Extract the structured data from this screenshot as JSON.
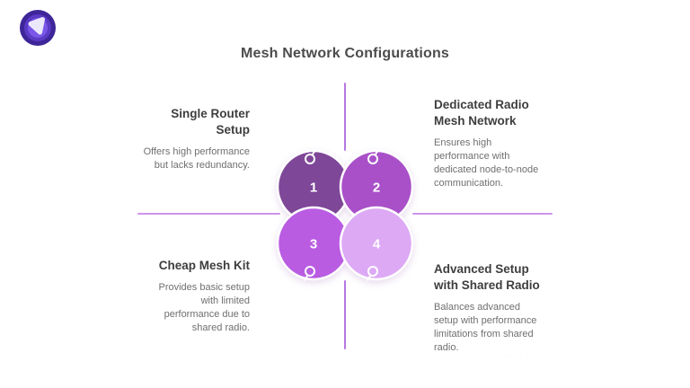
{
  "title": "Mesh Network Configurations",
  "brand": {
    "logo_icon": "abstract-play-triangle-logo",
    "logo_outer": "#3e2699",
    "logo_mid": "#5b3ac6",
    "logo_inner": "#7a57e8",
    "logo_glyph": "#ece8fb"
  },
  "quadrants": {
    "top_left": {
      "heading": "Single Router\nSetup",
      "body": "Offers high performance\nbut lacks redundancy."
    },
    "top_right": {
      "heading": "Dedicated Radio\nMesh Network",
      "body": "Ensures high\nperformance with\ndedicated node-to-node\ncommunication."
    },
    "bottom_left": {
      "heading": "Cheap Mesh Kit",
      "body": "Provides basic setup\nwith limited\nperformance due to\nshared radio."
    },
    "bottom_right": {
      "heading": "Advanced Setup\nwith Shared Radio",
      "body": "Balances advanced\nsetup with performance\nlimitations from shared\nradio."
    }
  },
  "venn": {
    "circles": [
      {
        "number": "1",
        "color": "#7e4798"
      },
      {
        "number": "2",
        "color": "#a950c8"
      },
      {
        "number": "3",
        "color": "#b95ce2"
      },
      {
        "number": "4",
        "color": "#dda9f5"
      }
    ]
  },
  "colors": {
    "line_vertical": "#b677e1",
    "line_horizontal": "#cf93ef",
    "circle_border": "#ffffff"
  },
  "watermark": "·· ·  ·· ·· ··"
}
